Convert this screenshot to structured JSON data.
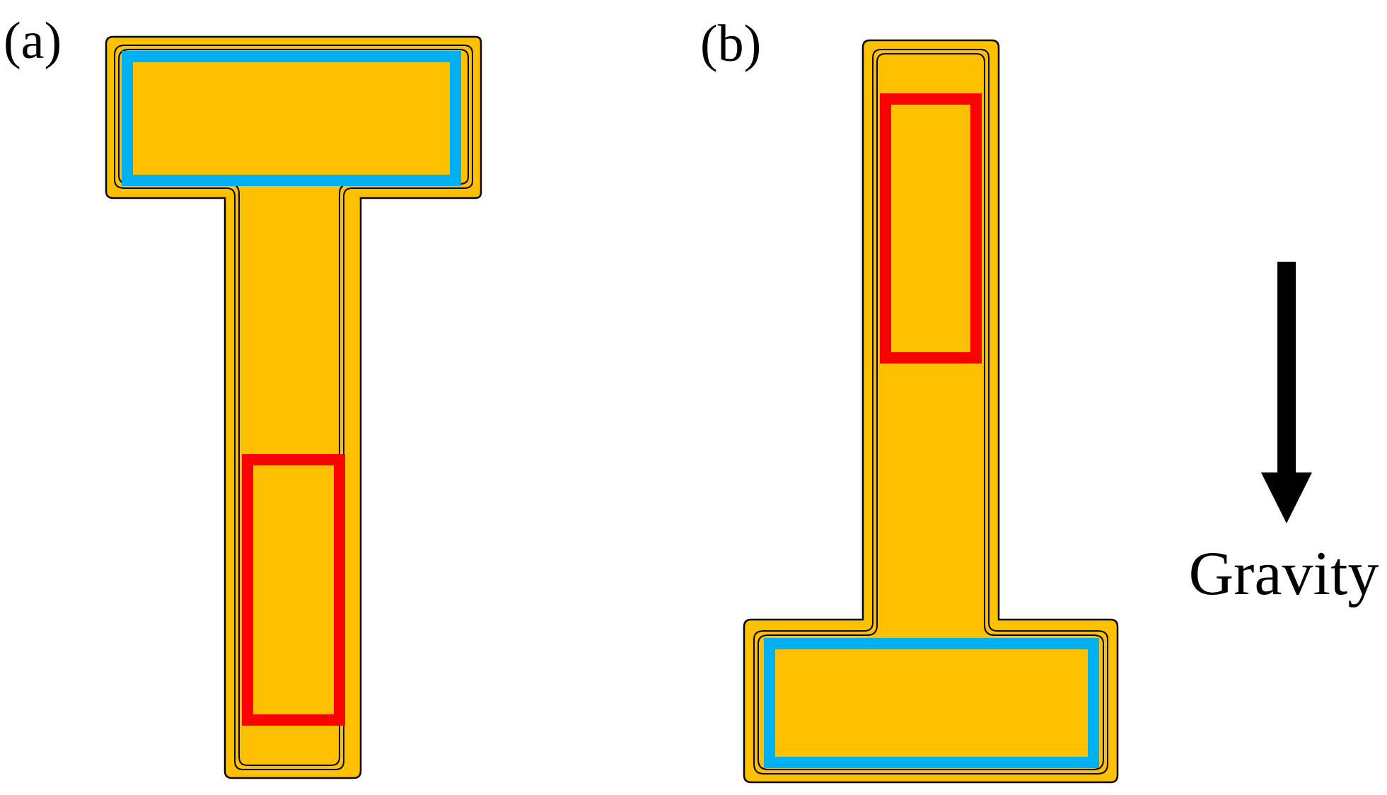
{
  "figure": {
    "panel_a": {
      "label": "(a)"
    },
    "panel_b": {
      "label": "(b)"
    },
    "gravity": {
      "label": "Gravity",
      "direction": "down"
    }
  },
  "colors": {
    "body_fill": "#FFC000",
    "outline": "#000000",
    "top_region": "#00B0F0",
    "bottom_region": "#FF0000",
    "arrow": "#000000",
    "background": "#FFFFFF"
  }
}
